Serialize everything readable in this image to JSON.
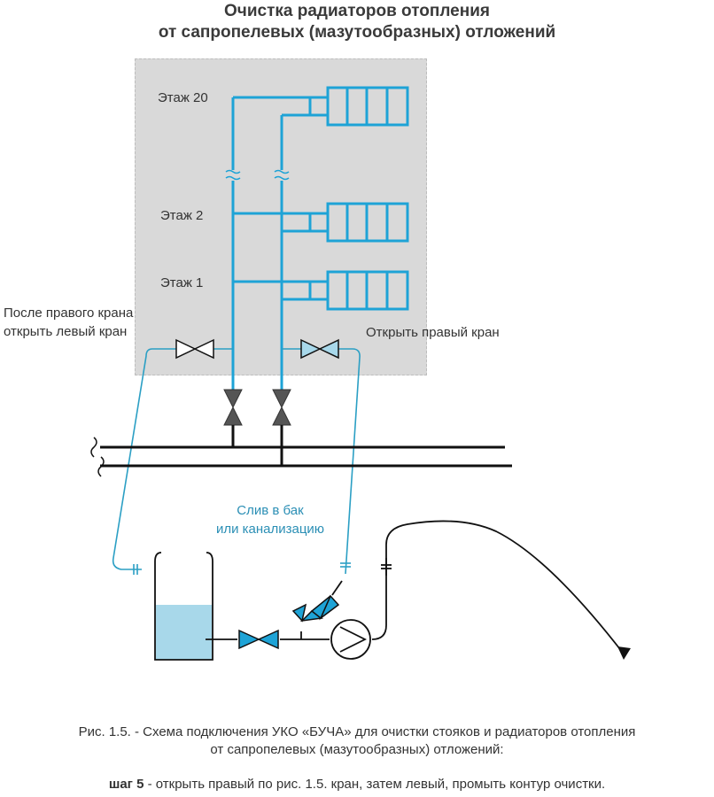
{
  "title": {
    "line1": "Очистка радиаторов отопления",
    "line2": "от сапропелевых (мазутообразных) отложений"
  },
  "floors": {
    "floor20": "Этаж 20",
    "floor2": "Этаж 2",
    "floor1": "Этаж 1"
  },
  "labels": {
    "left_note_line1": "После правого крана",
    "left_note_line2": "открыть левый кран",
    "right_note": "Открыть правый кран",
    "drain_line1": "Слив в бак",
    "drain_line2": "или канализацию"
  },
  "caption": {
    "line1": "Рис. 1.5. - Схема подключения УКО «БУЧА» для очистки стояков и радиаторов отопления",
    "line2": "от сапропелевых (мазутообразных) отложений:",
    "step_bold": "шаг 5",
    "step_text": " - открыть правый по рис. 1.5. кран, затем левый, промыть контур очистки."
  },
  "colors": {
    "pipe_blue": "#1ea3d6",
    "line_dark": "#111111",
    "background_box": "#d9d9d9",
    "water": "#a8d8ea",
    "valve_gray": "#555555"
  }
}
